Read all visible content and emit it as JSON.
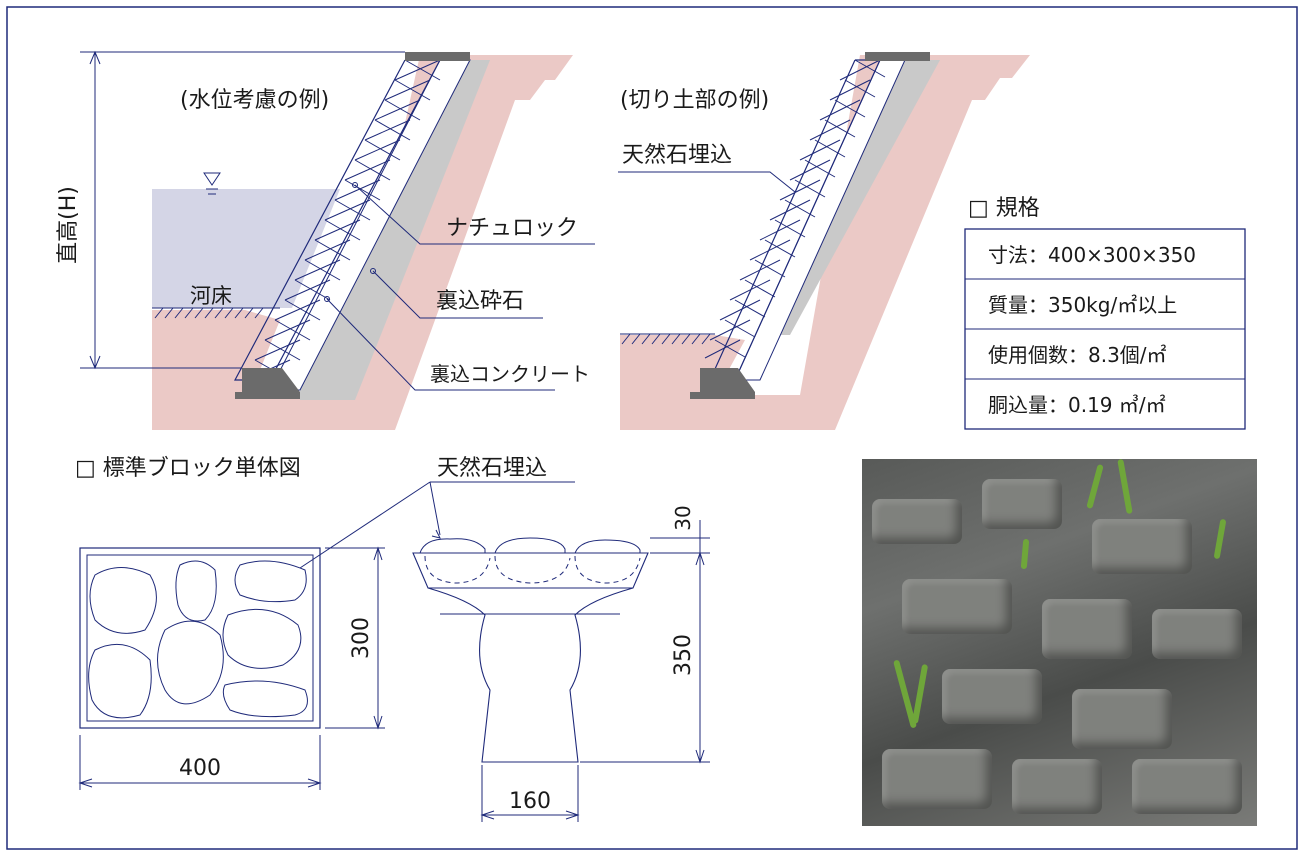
{
  "section_left": {
    "title": "(水位考慮の例)",
    "height_label": "直高(H)",
    "riverbed": "河床",
    "label_block": "ナチュロック",
    "label_gravel": "裏込砕石",
    "label_concrete": "裏込コンクリート"
  },
  "section_right": {
    "title": "(切り土部の例)",
    "label_stone": "天然石埋込"
  },
  "specs": {
    "heading": "□ 規格",
    "rows": [
      "寸法：400×300×350",
      "質量：350kg/㎡以上",
      "使用個数：8.3個/㎡",
      "胴込量：0.19 ㎥/㎡"
    ]
  },
  "block_figure": {
    "heading": "□ 標準ブロック単体図",
    "stone_label": "天然石埋込",
    "dim_width": "400",
    "dim_height": "300",
    "dim_top": "30",
    "dim_depth": "350",
    "dim_base": "160"
  },
  "colors": {
    "line": "#1f2a7a",
    "earth": "#ebc9c6",
    "gravel": "#c9c9c9",
    "water": "#d4d5e6",
    "base": "#7a7a7a"
  }
}
